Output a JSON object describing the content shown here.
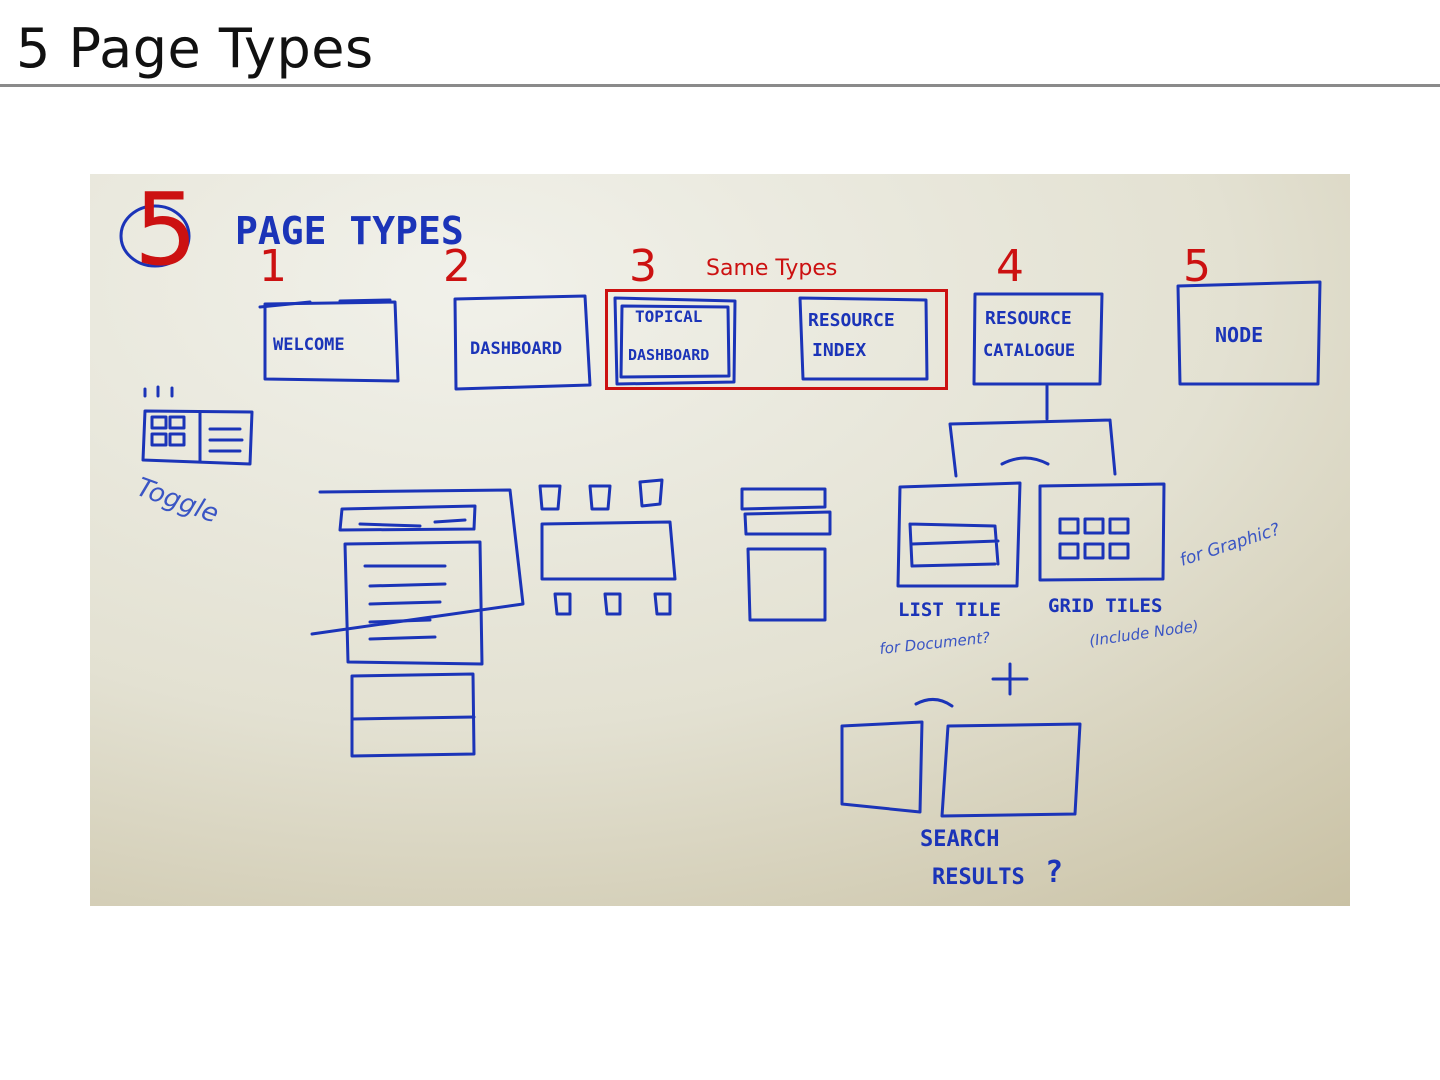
{
  "slide": {
    "title": "5 Page Types"
  },
  "whiteboard": {
    "heading": "PAGE TYPES",
    "page_labels": {
      "welcome": "WELCOME",
      "dashboard": "DASHBOARD",
      "topical_line1": "TOPICAL",
      "topical_line2": "DASHBOARD",
      "resource_index_line1": "RESOURCE",
      "resource_index_line2": "INDEX",
      "resource_catalogue_line1": "RESOURCE",
      "resource_catalogue_line2": "CATALOGUE",
      "node": "NODE"
    },
    "toggle_note": "Toggle",
    "list_tile": "LIST TILE",
    "list_tile_note": "for Document?",
    "grid_tiles": "GRID TILES",
    "grid_tiles_note": "(Include Node)",
    "grid_side_note": "for Graphic?",
    "search_line1": "SEARCH",
    "search_line2": "RESULTS",
    "search_q": "?"
  },
  "annotations": {
    "big_number": "5",
    "numbers": [
      "1",
      "2",
      "3",
      "4",
      "5"
    ],
    "same_types": "Same Types",
    "color": "#cc1111"
  },
  "colors": {
    "marker": "#1b34b8",
    "board": "#e7e6d8",
    "rule": "#8a8a8a"
  }
}
